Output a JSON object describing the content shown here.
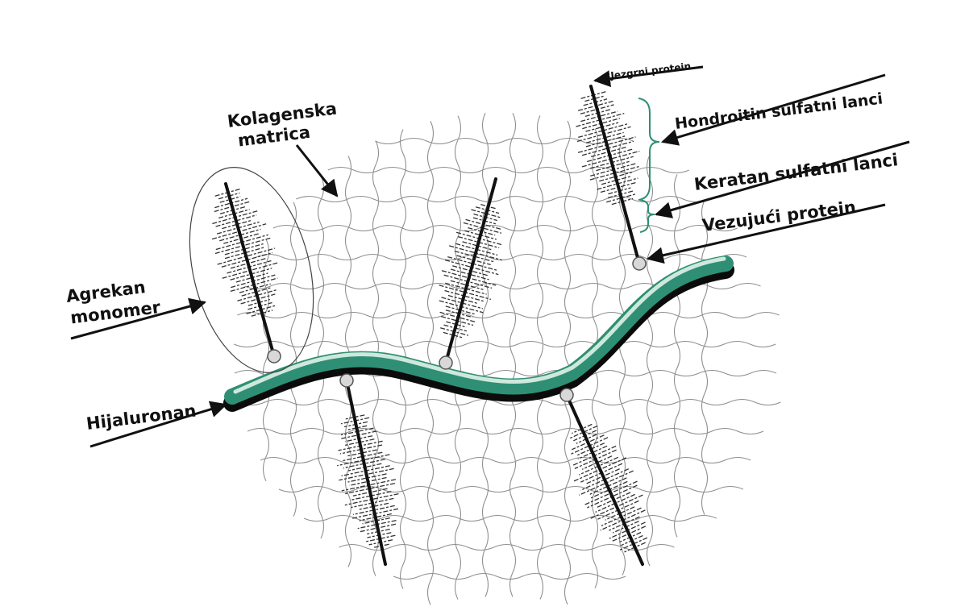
{
  "labels": {
    "kolagenska": [
      "Kolagenska",
      "matrica"
    ],
    "jezgrni": "Jezgrni protein",
    "hondroitin": "Hondroitin sulfatni lanci",
    "keratan": "Keratan sulfatni lanci",
    "vezujuci": "Vezujući protein",
    "agrekan": [
      "Agrekan",
      "monomer"
    ],
    "hijaluronan": "Hijaluronan"
  },
  "colors": {
    "hyaluronan": "#2e8f75",
    "hyaluronan_highlight": "#cfe8dc",
    "mesh": "#8f8f8f",
    "protein": "#111111",
    "gag": "#333333",
    "brace": "#2e8f75"
  }
}
